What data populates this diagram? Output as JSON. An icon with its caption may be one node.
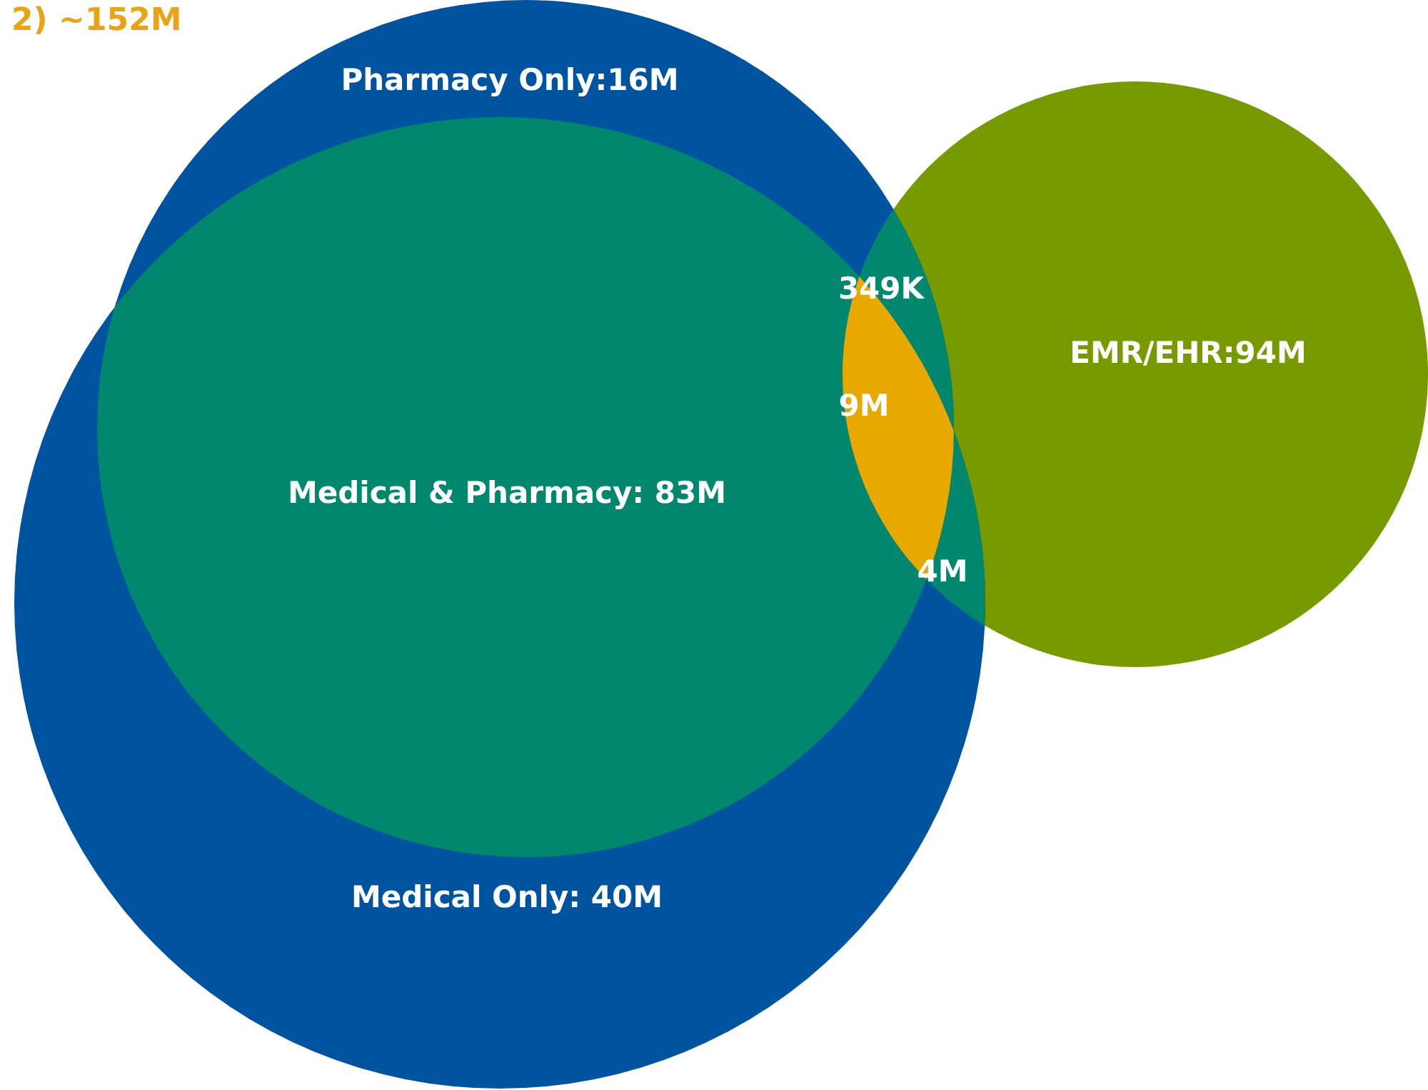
{
  "diagram": {
    "nodes": [
      {
        "text": [
          "Pharmacy Only:16M"
        ]
      },
      {
        "text": [
          "Medical & Pharmacy: 83M"
        ]
      },
      {
        "text": [
          "Medical Only: 40M"
        ]
      },
      {
        "text": [
          "EMR/EHR:94M"
        ]
      }
    ],
    "labels": [
      "2) ~152M",
      "349K",
      "9M",
      "4M"
    ]
  }
}
